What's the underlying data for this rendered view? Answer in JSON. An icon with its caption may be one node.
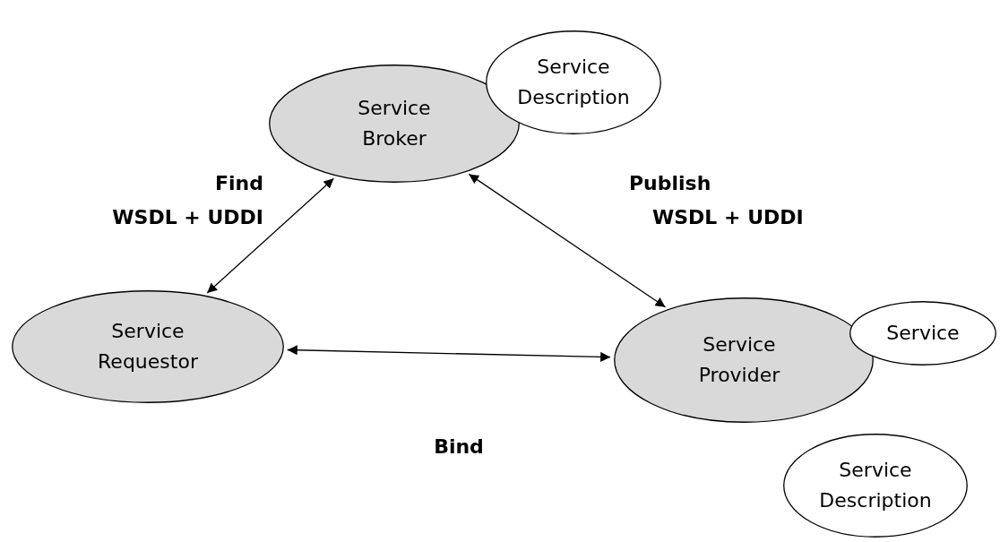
{
  "diagram": {
    "nodes": [
      {
        "text": [
          "Service Broker"
        ]
      },
      {
        "text": [
          "Service Description"
        ]
      },
      {
        "text": [
          "Service Requestor"
        ]
      },
      {
        "text": [
          "Service Provider"
        ]
      },
      {
        "text": [
          "Service"
        ]
      },
      {
        "text": [
          "Service Description"
        ]
      }
    ],
    "edges": [
      {
        "from": 0,
        "to": 2,
        "arrow": "both",
        "label": "Find WSDL + UDDI"
      },
      {
        "from": 0,
        "to": 3,
        "arrow": "both",
        "label": "Publish WSDL + UDDI"
      },
      {
        "from": 2,
        "to": 3,
        "arrow": "both",
        "label": "Bind"
      }
    ]
  }
}
